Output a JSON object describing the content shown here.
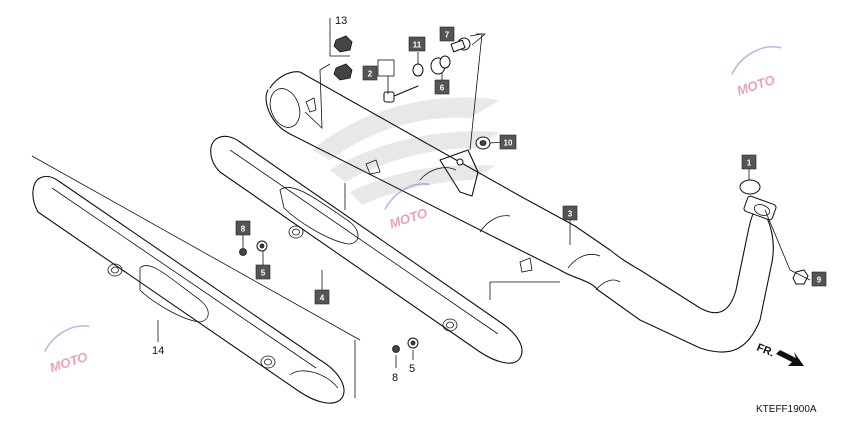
{
  "diagram": {
    "code": "KTEFF1900A",
    "direction_label": "FR.",
    "callouts": [
      {
        "id": "c1",
        "label": "1"
      },
      {
        "id": "c2",
        "label": "2"
      },
      {
        "id": "c3",
        "label": "3"
      },
      {
        "id": "c4",
        "label": "4"
      },
      {
        "id": "c5a",
        "label": "5"
      },
      {
        "id": "c6",
        "label": "6"
      },
      {
        "id": "c7",
        "label": "7"
      },
      {
        "id": "c8a",
        "label": "8"
      },
      {
        "id": "c9",
        "label": "9"
      },
      {
        "id": "c10",
        "label": "10"
      },
      {
        "id": "c11",
        "label": "11"
      }
    ],
    "plain_labels": {
      "p13": "13",
      "p14": "14",
      "p8b": "8",
      "p5b": "5"
    },
    "watermark_text": "MOTO"
  }
}
